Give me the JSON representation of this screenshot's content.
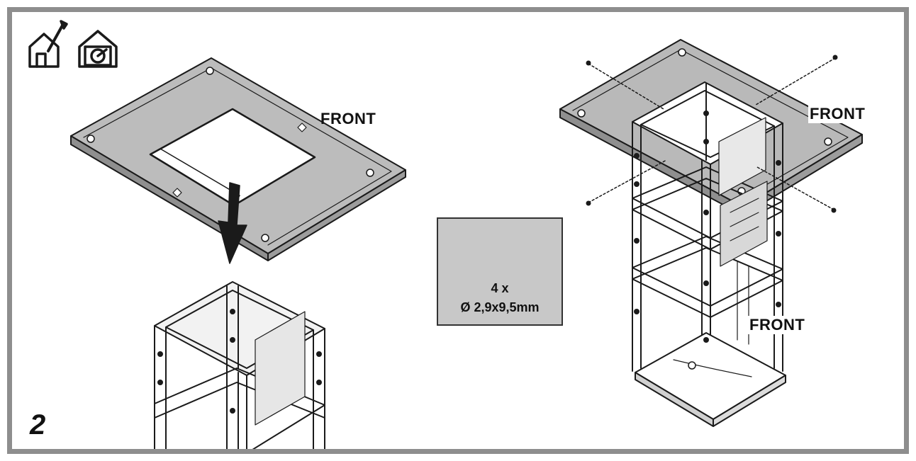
{
  "step_number": "2",
  "icons": [
    "house-pencil-icon",
    "house-duct-icon"
  ],
  "labels": {
    "front_plate_left": "FRONT",
    "front_plate_right": "FRONT",
    "front_chimney_right": "FRONT"
  },
  "screw_info": {
    "quantity": "4 x",
    "size": "Ø 2,9x9,5mm"
  },
  "colors": {
    "frame": "#8e8e8e",
    "plate": "#b9b9b9",
    "line": "#1a1a1a",
    "screw_box": "#c8c8c8"
  }
}
